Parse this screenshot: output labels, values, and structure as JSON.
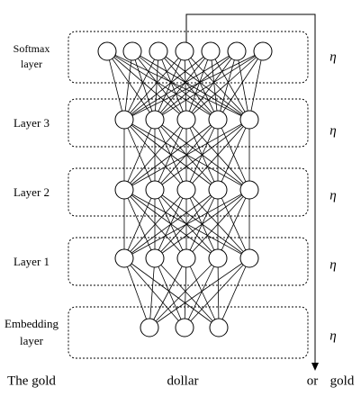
{
  "layers": [
    {
      "label_lines": [
        "Softmax",
        "layer"
      ],
      "node_count": 7,
      "rate": "η"
    },
    {
      "label_lines": [
        "Layer 3"
      ],
      "node_count": 5,
      "rate": "η"
    },
    {
      "label_lines": [
        "Layer 2"
      ],
      "node_count": 5,
      "rate": "η"
    },
    {
      "label_lines": [
        "Layer 1"
      ],
      "node_count": 5,
      "rate": "η"
    },
    {
      "label_lines": [
        "Embedding",
        "layer"
      ],
      "node_count": 3,
      "rate": "η"
    }
  ],
  "input_words": [
    "The gold",
    "dollar"
  ],
  "output_words": [
    "or",
    "gold"
  ]
}
